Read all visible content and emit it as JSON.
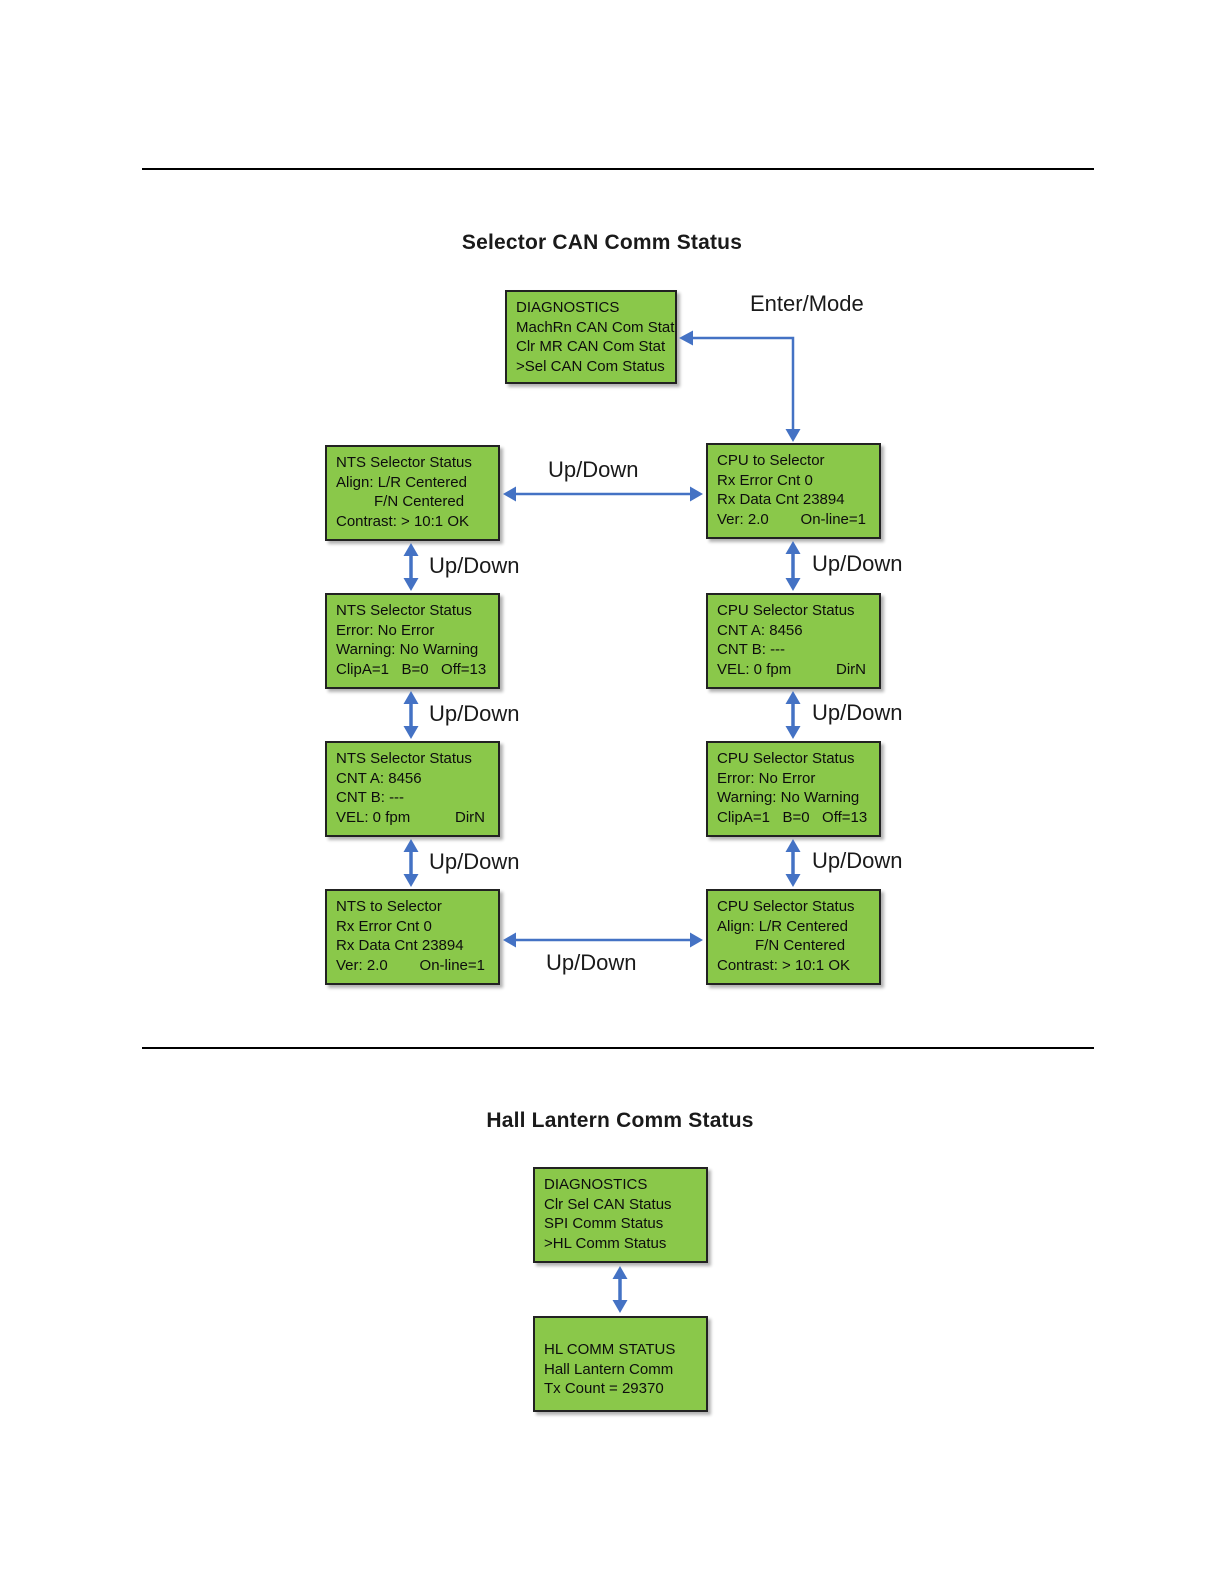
{
  "colors": {
    "box_fill": "#8ac84a",
    "box_border": "#222222",
    "arrow": "#4472c4",
    "rule": "#000000"
  },
  "labels": {
    "up_down": "Up/Down",
    "enter_mode": "Enter/Mode"
  },
  "section1": {
    "title": "Selector CAN Comm Status",
    "diagnostics_menu": {
      "lines": [
        "DIAGNOSTICS",
        "MachRn CAN Com Stat",
        "Clr MR CAN Com Stat",
        ">Sel CAN Com Status"
      ]
    },
    "nts_align": {
      "lines": [
        "NTS Selector Status",
        "Align: L/R Centered",
        "F/N Centered",
        "Contrast: > 10:1 OK"
      ]
    },
    "nts_error": {
      "lines": [
        "NTS Selector Status",
        "Error: No Error",
        "Warning: No Warning",
        "ClipA=1   B=0   Off=13"
      ]
    },
    "nts_count": {
      "lines": [
        "NTS Selector Status",
        "CNT A: 8456",
        "CNT B: ---",
        {
          "l": "VEL: 0 fpm",
          "r": "DirN"
        }
      ]
    },
    "nts_to_selector": {
      "lines": [
        "NTS to Selector",
        "Rx Error Cnt 0",
        "Rx Data Cnt 23894",
        {
          "l": "Ver: 2.0",
          "r": "On-line=1"
        }
      ]
    },
    "cpu_to_selector": {
      "lines": [
        "CPU to Selector",
        "Rx Error Cnt 0",
        "Rx Data Cnt 23894",
        {
          "l": "Ver: 2.0",
          "r": "On-line=1"
        }
      ]
    },
    "cpu_count": {
      "lines": [
        "CPU Selector Status",
        "CNT A: 8456",
        "CNT B: ---",
        {
          "l": "VEL: 0 fpm",
          "r": "DirN"
        }
      ]
    },
    "cpu_error": {
      "lines": [
        "CPU Selector Status",
        "Error: No Error",
        "Warning: No Warning",
        "ClipA=1   B=0   Off=13"
      ]
    },
    "cpu_align": {
      "lines": [
        "CPU Selector Status",
        "Align: L/R Centered",
        "F/N Centered",
        "Contrast: > 10:1 OK"
      ]
    }
  },
  "section2": {
    "title": "Hall Lantern Comm Status",
    "diagnostics_menu": {
      "lines": [
        "DIAGNOSTICS",
        "Clr Sel CAN Status",
        "SPI Comm Status",
        ">HL Comm Status"
      ]
    },
    "hl_comm": {
      "lines": [
        "HL COMM STATUS",
        "Hall Lantern Comm",
        "Tx Count = 29370"
      ]
    }
  }
}
